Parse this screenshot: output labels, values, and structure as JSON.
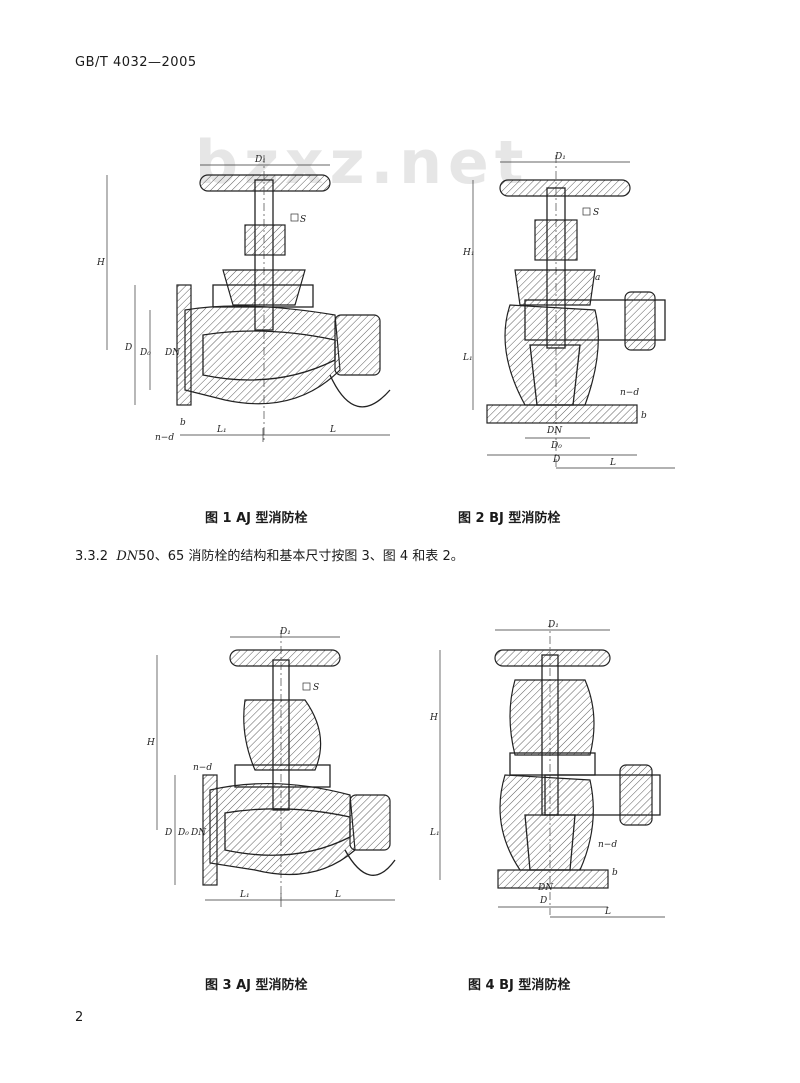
{
  "header": {
    "doc_id": "GB/T 4032—2005"
  },
  "watermark": {
    "text": "bzxz.net"
  },
  "figures": [
    {
      "caption": "图 1 AJ 型消防栓"
    },
    {
      "caption": "图 2 BJ 型消防栓"
    },
    {
      "caption": "图 3 AJ 型消防栓"
    },
    {
      "caption": "图 4 BJ 型消防栓"
    }
  ],
  "paragraph": {
    "number": "3.3.2",
    "dn": "DN",
    "text": "50、65 消防栓的结构和基本尺寸按图 3、图 4 和表 2。"
  },
  "page_number": "2",
  "labels": {
    "D1": "D₁",
    "S": "S",
    "H": "H",
    "D": "D",
    "D0": "D₀",
    "DN": "DN",
    "L1": "L₁",
    "L": "L",
    "nd": "n−d",
    "b": "b",
    "H1": "H₁",
    "a": "a"
  }
}
